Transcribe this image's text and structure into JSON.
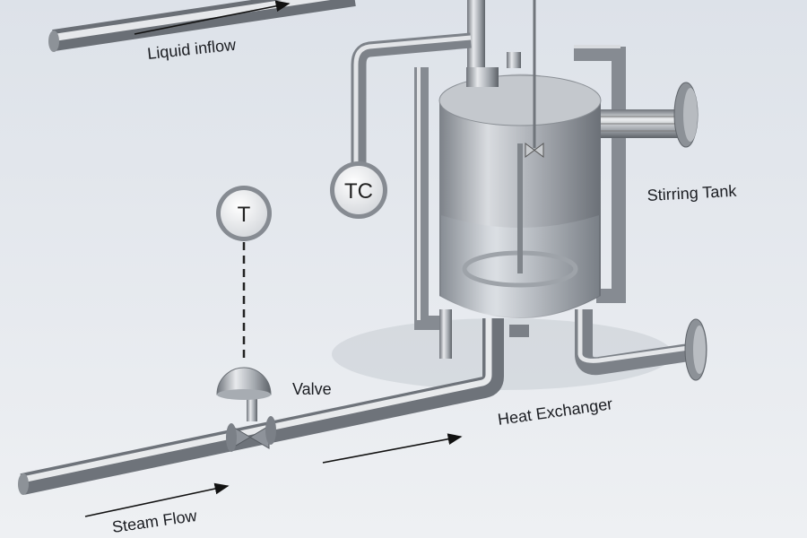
{
  "labels": {
    "liquid_inflow": "Liquid inflow",
    "stirring_tank": "Stirring Tank",
    "valve": "Valve",
    "heat_exchanger": "Heat Exchanger",
    "steam_flow": "Steam Flow"
  },
  "gauges": {
    "temperature_controller": "TC",
    "temperature_sensor": "T"
  },
  "colors": {
    "background": "#e4e8ee",
    "steel": "#9ea3aa",
    "arrow": "#111111"
  }
}
